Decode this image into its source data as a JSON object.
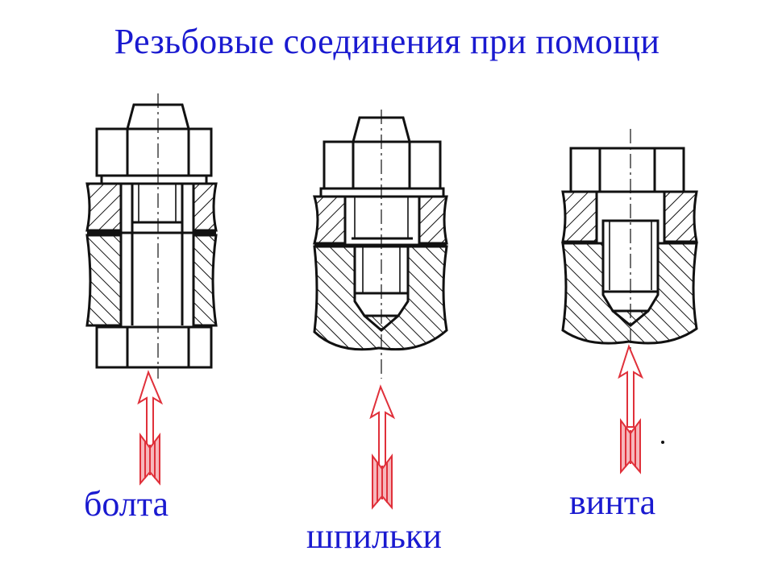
{
  "title": "Резьбовые соединения при помощи",
  "captions": {
    "bolt": "болта",
    "stud": "шпильки",
    "screw": "винта"
  },
  "colors": {
    "text": "#1a1ad0",
    "arrow": "#e0303a",
    "line": "#111111"
  }
}
